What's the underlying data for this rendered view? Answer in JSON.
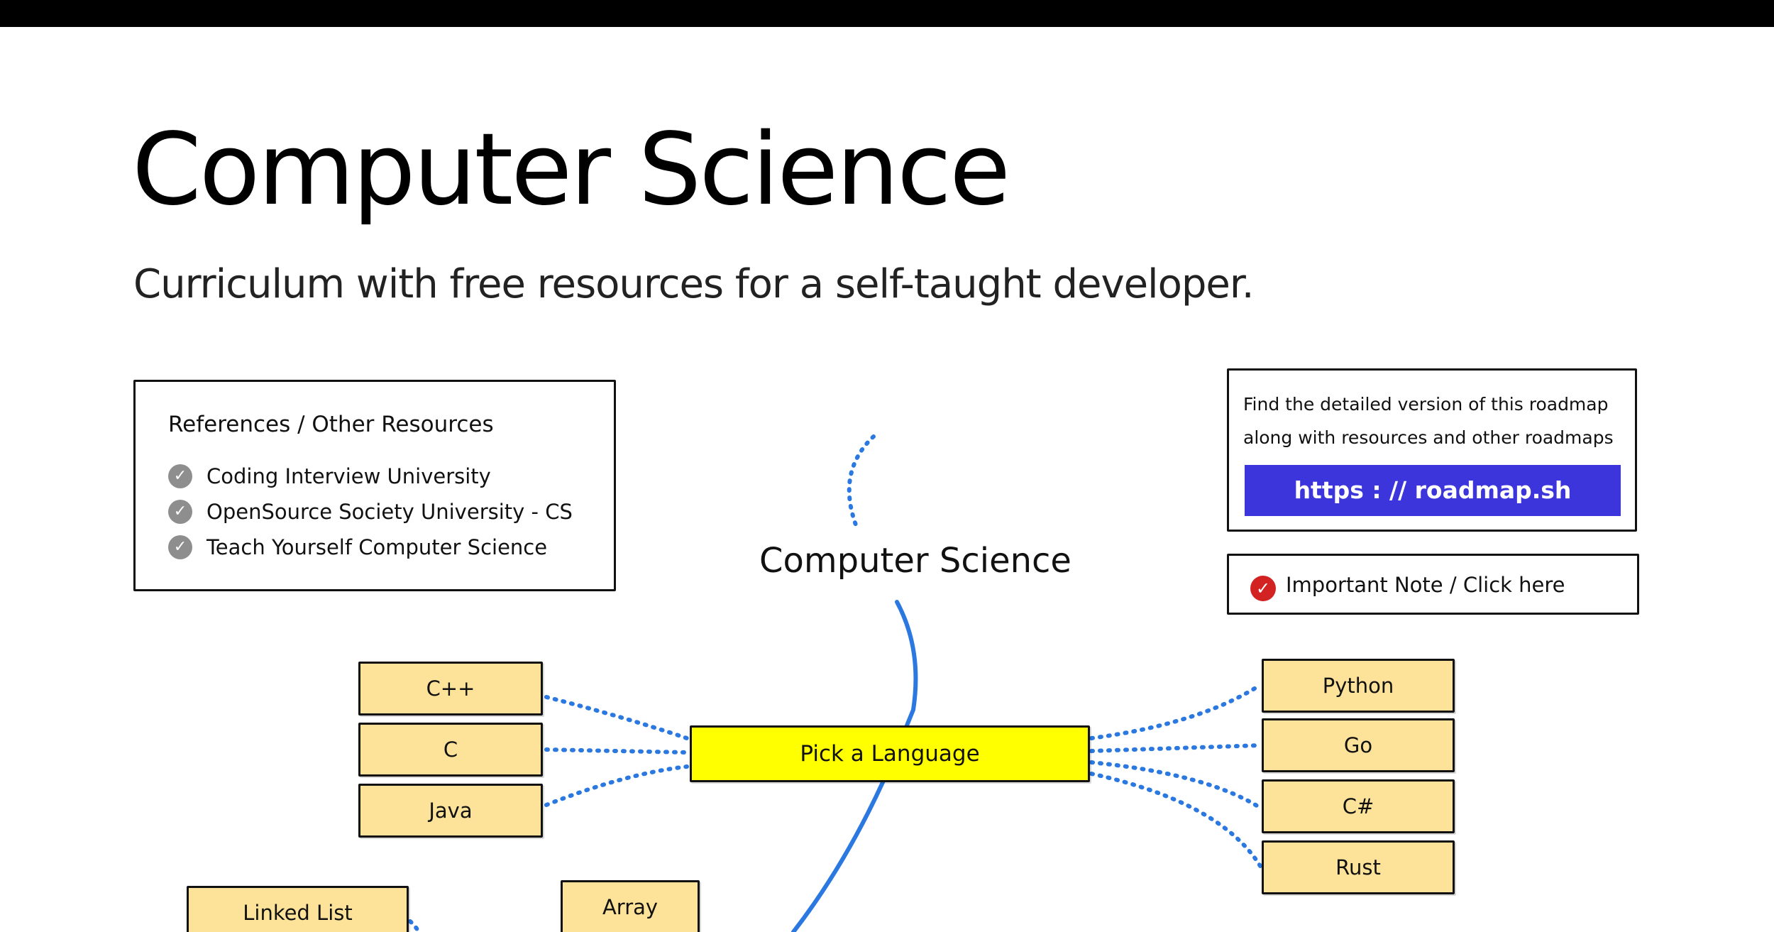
{
  "page": {
    "title": "Computer Science",
    "subtitle": "Curriculum with free resources for a self-taught developer."
  },
  "references": {
    "title": "References / Other Resources",
    "items": [
      "Coding Interview University",
      "OpenSource Society University - CS",
      "Teach Yourself Computer Science"
    ]
  },
  "info": {
    "text": "Find the detailed version of this roadmap along with resources and other roadmaps",
    "link_label": "https : // roadmap.sh"
  },
  "note": {
    "label": "Important Note / Click here"
  },
  "diagram": {
    "root": "Computer Science",
    "topic": "Pick a Language",
    "left_options": [
      "C++",
      "C",
      "Java"
    ],
    "right_options": [
      "Python",
      "Go",
      "C#",
      "Rust"
    ],
    "next_nodes": [
      "Linked List",
      "Array"
    ]
  },
  "colors": {
    "top_bar": "#000000",
    "node_fill": "#fde39a",
    "main_node_fill": "#ffff00",
    "link_button": "#3b35db",
    "connector_solid": "#2a78e0",
    "connector_dotted": "#2a78e0",
    "check_icon": "#8e8e8e",
    "note_icon": "#d22222"
  },
  "icons": {
    "reference_check": "check-circle-icon",
    "note": "check-circle-red-icon"
  }
}
